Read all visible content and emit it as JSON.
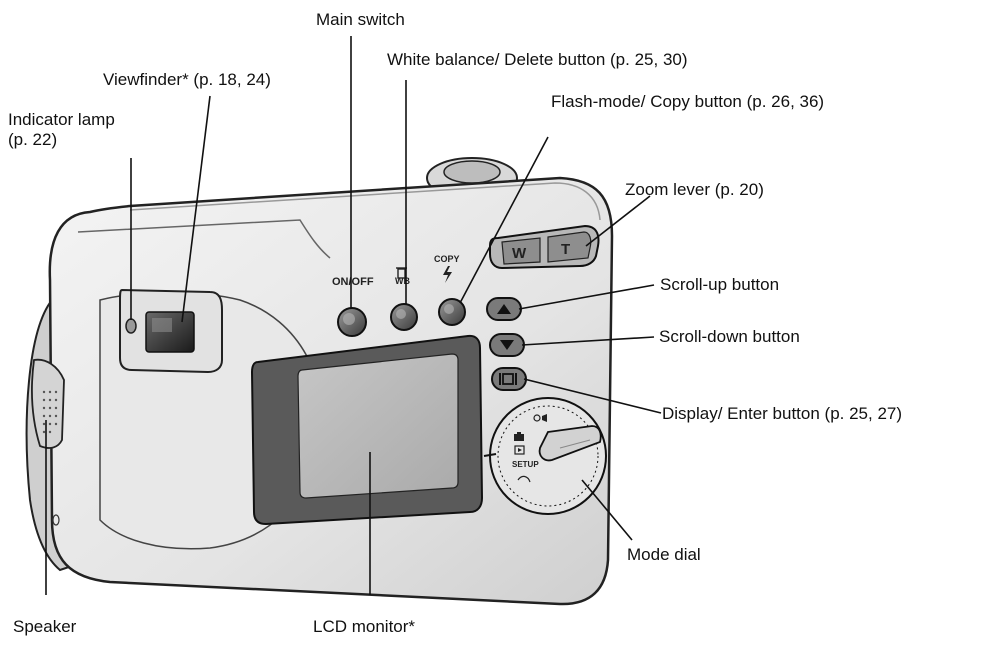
{
  "labels": {
    "main_switch": "Main switch",
    "white_balance": "White balance/ Delete button (p. 25, 30)",
    "flash_mode": "Flash-mode/ Copy button (p. 26, 36)",
    "viewfinder": "Viewfinder* (p. 18, 24)",
    "indicator_lamp_1": "Indicator lamp",
    "indicator_lamp_2": "(p. 22)",
    "zoom_lever": "Zoom lever (p. 20)",
    "scroll_up": "Scroll-up button",
    "scroll_down": "Scroll-down button",
    "display_enter": "Display/ Enter button (p. 25, 27)",
    "mode_dial": "Mode dial",
    "speaker": "Speaker",
    "lcd_monitor": "LCD monitor*"
  },
  "body_markings": {
    "on_off": "ON/OFF",
    "wb": "WB",
    "copy": "COPY",
    "zoom_w": "W",
    "zoom_t": "T",
    "setup": "SETUP"
  },
  "icons": [
    "trash-icon",
    "flash-icon",
    "triangle-up-icon",
    "triangle-down-icon",
    "display-icon",
    "camera-mode-icon",
    "play-mode-icon",
    "movie-mode-icon"
  ]
}
